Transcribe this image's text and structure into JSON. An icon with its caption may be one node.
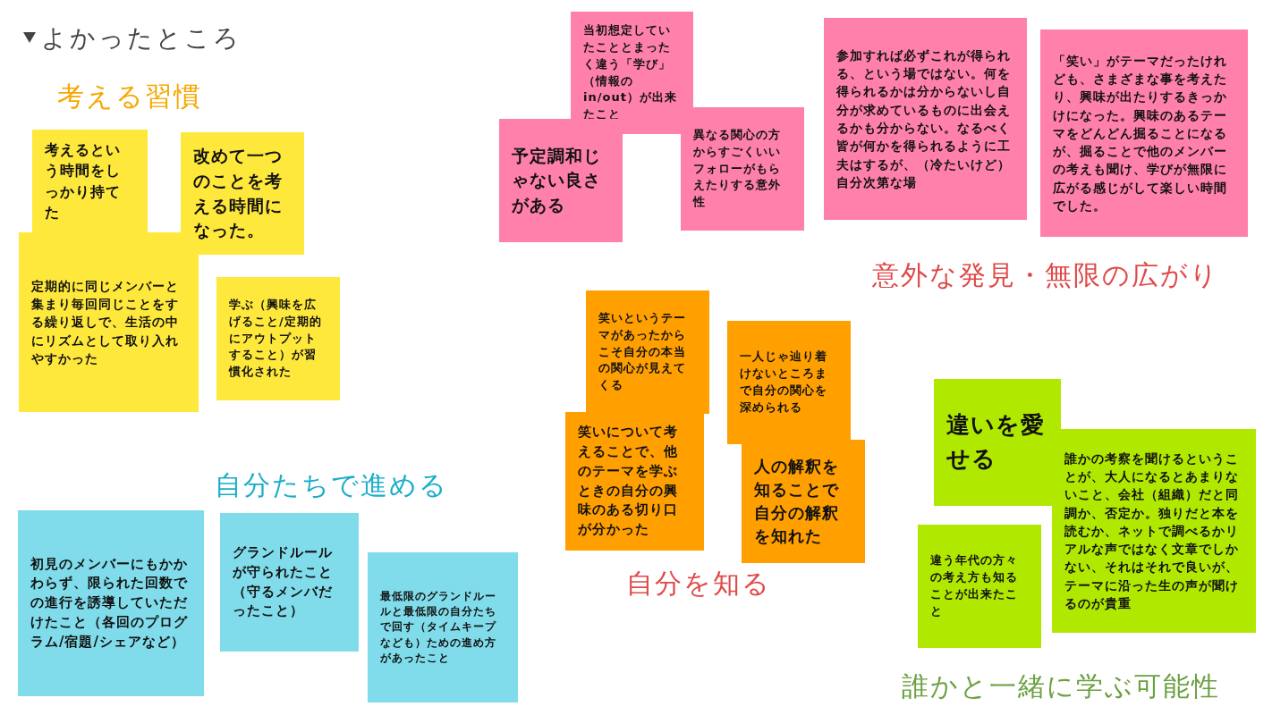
{
  "diagram": {
    "title": "よかったところ",
    "nodes": [
      {
        "text": [
          "考えるという時間をしっかり持てた"
        ]
      },
      {
        "text": [
          "改めて一つのことを考える時間になった。"
        ]
      },
      {
        "text": [
          "定期的に同じメンバーと集まり毎回同じことをする繰り返しで、生活の中にリズムとして取り入れやすかった"
        ]
      },
      {
        "text": [
          "学ぶ（興味を広げること/定期的にアウトプットすること）が習慣化された"
        ]
      },
      {
        "text": [
          "当初想定していたこととまったく違う「学び」（情報のin/out）が出来たこと"
        ]
      },
      {
        "text": [
          "予定調和じゃない良さがある"
        ]
      },
      {
        "text": [
          "異なる関心の方からすごくいいフォローがもらえたりする意外性"
        ]
      },
      {
        "text": [
          "参加すれば必ずこれが得られる、という場ではない。何を得られるかは分からないし自分が求めているものに出会えるかも分からない。なるべく皆が何かを得られるように工夫はするが、（冷たいけど）自分次第な場"
        ]
      },
      {
        "text": [
          "「笑い」がテーマだったけれども、さまざまな事を考えたり、興味が出たりするきっかけになった。興味のあるテーマをどんどん掘ることになるが、掘ることで他のメンバーの考えも聞け、学びが無限に広がる感じがして楽しい時間でした。"
        ]
      },
      {
        "text": [
          "笑いというテーマがあったからこそ自分の本当の関心が見えてくる"
        ]
      },
      {
        "text": [
          "一人じゃ辿り着けないところまで自分の関心を深められる"
        ]
      },
      {
        "text": [
          "笑いについて考えることで、他のテーマを学ぶときの自分の興味のある切り口が分かった"
        ]
      },
      {
        "text": [
          "人の解釈を知ることで自分の解釈を知れた"
        ]
      },
      {
        "text": [
          "違いを愛せる"
        ]
      },
      {
        "text": [
          "誰かの考察を聞けるということが、大人になるとあまりないこと、会社（組織）だと同調か、否定か。独りだと本を読むか、ネットで調べるかリアルな声ではなく文章でしかない、それはそれで良いが、テーマに沿った生の声が聞けるのが貴重"
        ]
      },
      {
        "text": [
          "違う年代の方々の考え方も知ることが出来たこと"
        ]
      },
      {
        "text": [
          "初見のメンバーにもかかわらず、限られた回数での進行を誘導していただけたこと（各回のプログラム/宿題/シェアなど）"
        ]
      },
      {
        "text": [
          "グランドルールが守られたこと（守るメンバだったこと）"
        ]
      },
      {
        "text": [
          "最低限のグランドルールと最低限の自分たちで回す（タイムキープなども）ための進め方があったこと"
        ]
      }
    ],
    "edges": [],
    "labels": [
      "考える習慣",
      "意外な発見・無限の広がり",
      "自分たちで進める",
      "自分を知る",
      "誰かと一緒に学ぶ可能性"
    ]
  }
}
